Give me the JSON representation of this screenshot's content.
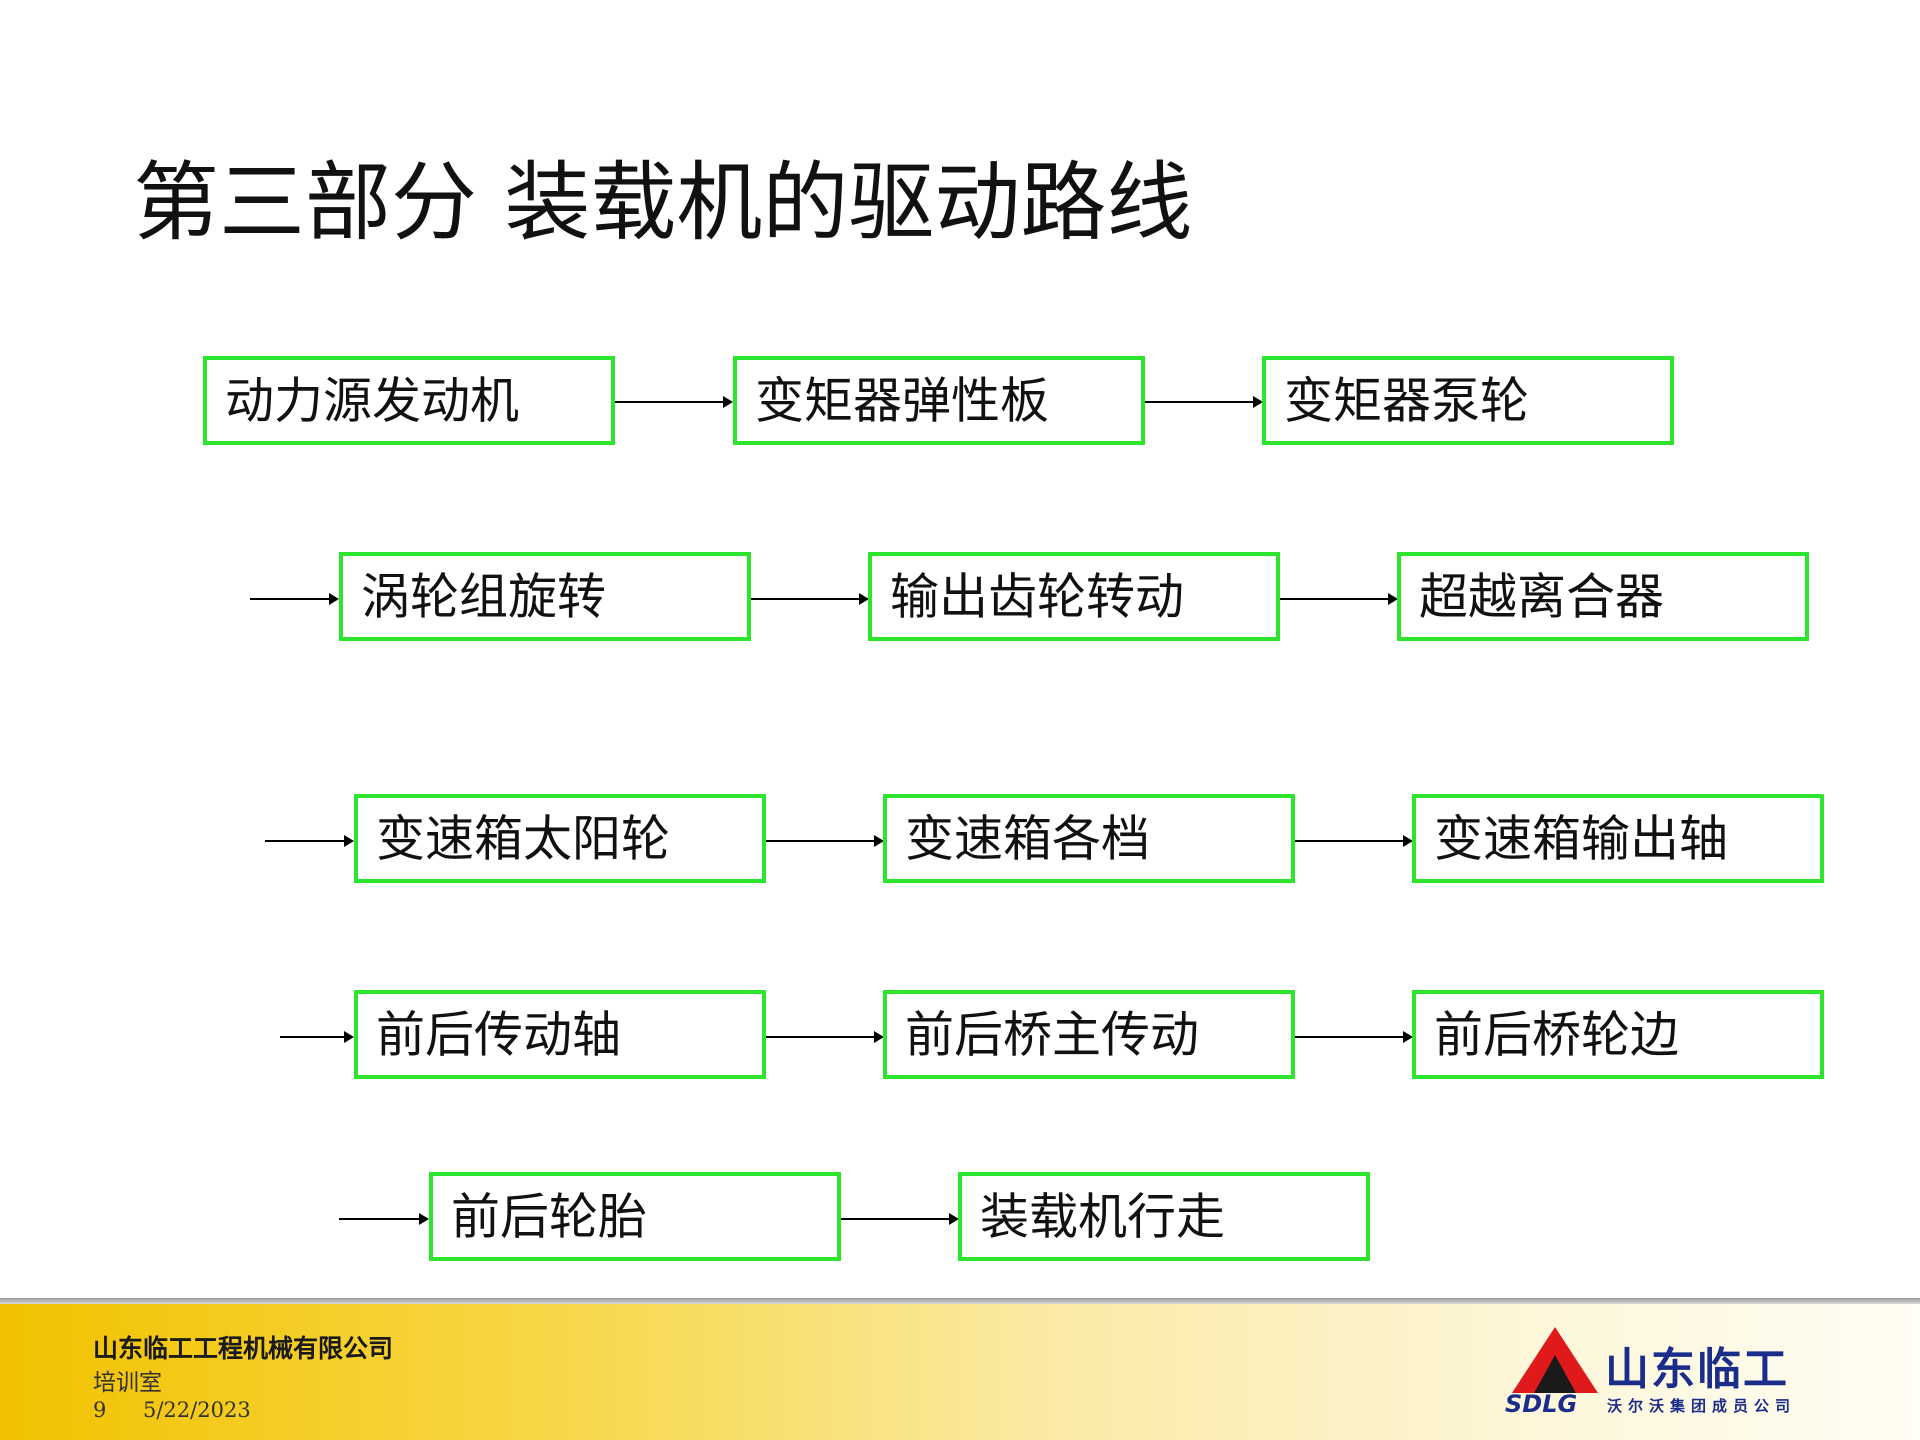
{
  "title": "第三部分  装载机的驱动路线",
  "boxes": [
    "动力源发动机",
    "变矩器弹性板",
    "变矩器泵轮",
    "涡轮组旋转",
    "输出齿轮转动",
    "超越离合器",
    "变速箱太阳轮",
    "变速箱各档",
    "变速箱输出轴",
    "前后传动轴",
    "前后桥主传动",
    "前后桥轮边",
    "前后轮胎",
    "装载机行走"
  ],
  "colors": {
    "box_border": "#2ee52e",
    "footer_start": "#f2c200",
    "logo_red": "#e01a1a",
    "logo_blue": "#1a2d8a"
  },
  "footer": {
    "company": "山东临工工程机械有限公司",
    "dept": "培训室",
    "page": "9",
    "date": "5/22/2023"
  },
  "logo": {
    "icon": "sdlg-triangle-logo-icon",
    "name_cn": "山东临工",
    "name_en": "SDLG",
    "sub": "沃尔沃集团成员公司"
  }
}
